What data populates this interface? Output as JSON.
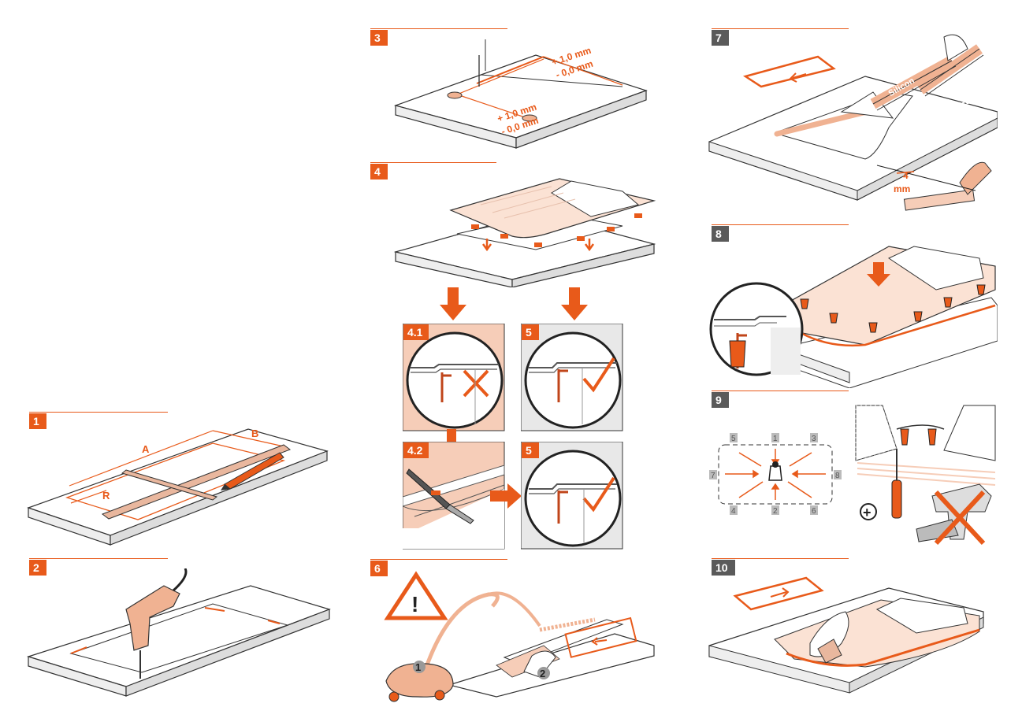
{
  "steps": {
    "s1": "1",
    "s2": "2",
    "s3": "3",
    "s4": "4",
    "s41": "4.1",
    "s42": "4.2",
    "s5a": "5",
    "s5b": "5",
    "s6": "6",
    "s7": "7",
    "s8": "8",
    "s9": "9",
    "s10": "10"
  },
  "step1": {
    "label_a": "A",
    "label_b": "B",
    "label_r": "R"
  },
  "step3": {
    "dim_a1": "+ 1,0 mm",
    "dim_a2": "- 0,0 mm",
    "dim_b1": "+ 1,0 mm",
    "dim_b2": "- 0,0 mm"
  },
  "step6": {
    "n1": "1",
    "n2": "2",
    "warning": "!"
  },
  "step7": {
    "silicon1": "Silicon",
    "silicon2": "Silicon",
    "gap_value": "4",
    "gap_unit": "mm"
  },
  "step9": {
    "n1": "1",
    "n2": "2",
    "n3": "3",
    "n4": "4",
    "n5": "5",
    "n6": "6",
    "n7": "7",
    "n8": "8",
    "plus": "+"
  },
  "colors": {
    "accent": "#e85a1a",
    "skin": "#f6cdb8",
    "grey_panel": "#e8e8e8"
  }
}
